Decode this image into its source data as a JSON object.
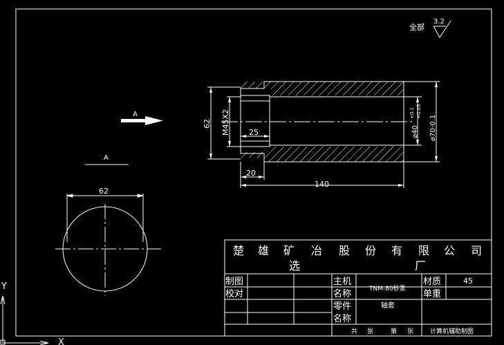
{
  "surface_note_label": "全部",
  "roughness_value": "3.2",
  "view_arrow_label": "A",
  "section_label": "A",
  "dims": {
    "section_width": "62",
    "overall_height": "62",
    "thread": "M45X2",
    "thread_length": "25",
    "shoulder_length": "20",
    "total_length": "140",
    "bore": "⌀40",
    "bore_tol_upper": "+0.1",
    "bore_tol_lower": "+0.05",
    "outer": "⌀70-0.1"
  },
  "title_block": {
    "company_line1": [
      "楚",
      "雄",
      "矿",
      "冶",
      "股",
      "份",
      "有",
      "限",
      "公",
      "司"
    ],
    "company_line2": [
      "选",
      "厂"
    ],
    "row_labels": [
      "制图",
      "校对"
    ],
    "main_machine_label": [
      "主机",
      "名称"
    ],
    "main_machine_value": "TNM-80砂泵",
    "part_label": [
      "零件",
      "名称"
    ],
    "part_value": "轴套",
    "material_label": "材质",
    "material_value": "45",
    "weight_label": "单重",
    "sheet_info": [
      "共",
      "张",
      "第",
      "张"
    ],
    "footer_note": "计算机辅助制图"
  },
  "ucs": {
    "y_label": "Y",
    "x_label": "X"
  },
  "colors": {
    "background": "#000000",
    "lines": "#ffffff"
  }
}
